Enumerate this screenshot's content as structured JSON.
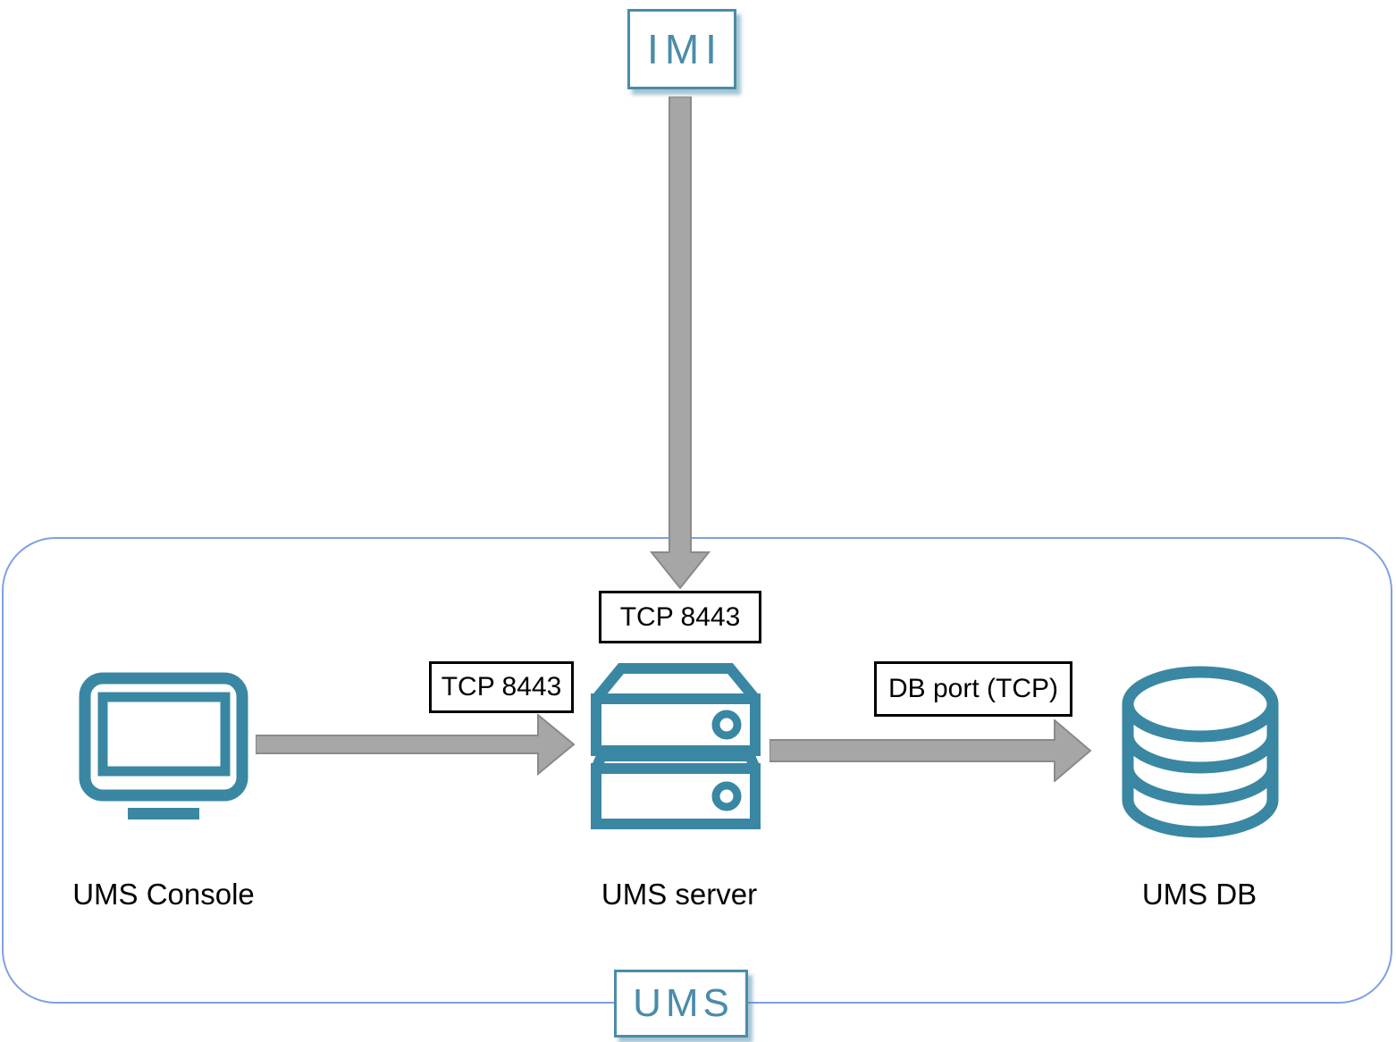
{
  "external": {
    "label": "IMI"
  },
  "container": {
    "label": "UMS"
  },
  "nodes": [
    {
      "label": "UMS Console",
      "icon": "monitor-icon"
    },
    {
      "label": "UMS server",
      "icon": "server-icon"
    },
    {
      "label": "UMS DB",
      "icon": "database-icon"
    }
  ],
  "connections": [
    {
      "from": "IMI",
      "to": "UMS server",
      "label": "TCP 8443",
      "direction": "down"
    },
    {
      "from": "UMS Console",
      "to": "UMS server",
      "label": "TCP 8443",
      "direction": "right"
    },
    {
      "from": "UMS server",
      "to": "UMS DB",
      "label": "DB port (TCP)",
      "direction": "right"
    }
  ],
  "colors": {
    "icon_teal": "#3A87A3",
    "logo_teal": "#4A8CA9",
    "container_border": "#7EA1E4",
    "arrow_fill": "#A6A6A6",
    "arrow_stroke": "#8A8A8A",
    "port_label_border": "#000000",
    "label_text": "#000000"
  }
}
